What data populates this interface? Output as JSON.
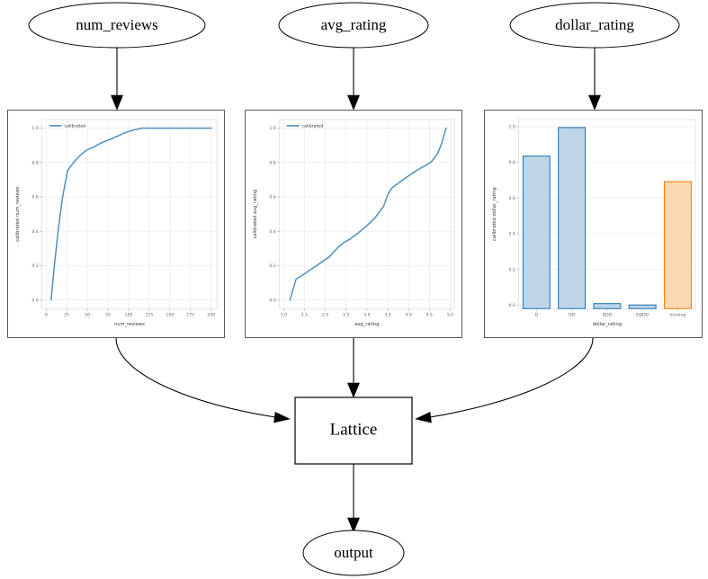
{
  "diagram": {
    "type": "calibration-flow-graph",
    "input_nodes": [
      {
        "id": "num_reviews",
        "label": "num_reviews"
      },
      {
        "id": "avg_rating",
        "label": "avg_rating"
      },
      {
        "id": "dollar_rating",
        "label": "dollar_rating"
      }
    ],
    "process_node": {
      "id": "lattice",
      "label": "Lattice"
    },
    "output_node": {
      "id": "output",
      "label": "output"
    },
    "edges": [
      {
        "from": "num_reviews",
        "to": "calibrator_num_reviews"
      },
      {
        "from": "avg_rating",
        "to": "calibrator_avg_rating"
      },
      {
        "from": "dollar_rating",
        "to": "calibrator_dollar_rating"
      },
      {
        "from": "calibrator_num_reviews",
        "to": "lattice"
      },
      {
        "from": "calibrator_avg_rating",
        "to": "lattice"
      },
      {
        "from": "calibrator_dollar_rating",
        "to": "lattice"
      },
      {
        "from": "lattice",
        "to": "output"
      }
    ]
  },
  "colors": {
    "line_blue": "#4c8fc0",
    "bar_blue_face": "#bed5e8",
    "bar_blue_edge": "#2878b4",
    "bar_orange_face": "#fcd9b0",
    "bar_orange_edge": "#f97e0d",
    "grid": "#eaeaea",
    "panel_border": "#5a5a5a",
    "node_stroke": "#000000"
  },
  "chart_data": [
    {
      "type": "line",
      "title": "",
      "xlabel": "num_reviews",
      "ylabel": "calibrated num_reviews",
      "xlim": [
        -5,
        207
      ],
      "ylim": [
        -0.05,
        1.05
      ],
      "xticks": [
        0,
        25,
        50,
        75,
        100,
        125,
        150,
        175,
        200
      ],
      "xticklabels": [
        "0",
        "25",
        "50",
        "75",
        "100",
        "125",
        "150",
        "175",
        "200"
      ],
      "yticks": [
        0.0,
        0.2,
        0.4,
        0.6,
        0.8,
        1.0
      ],
      "yticklabels": [
        "0.0",
        "0.2",
        "0.4",
        "0.6",
        "0.8",
        "1.0"
      ],
      "grid": true,
      "legend": [
        "calibrated"
      ],
      "legend_position": "upper left",
      "series": [
        {
          "name": "calibrated",
          "color": "#4c8fc0",
          "x": [
            6,
            10,
            15,
            20,
            26,
            30,
            36,
            42,
            50,
            57,
            65,
            74,
            84,
            95,
            105,
            116,
            130,
            150,
            175,
            200
          ],
          "y": [
            0.0,
            0.2,
            0.42,
            0.6,
            0.752,
            0.78,
            0.815,
            0.845,
            0.875,
            0.888,
            0.91,
            0.928,
            0.948,
            0.972,
            0.988,
            1.0,
            1.0,
            1.0,
            1.0,
            1.0
          ]
        }
      ]
    },
    {
      "type": "line",
      "title": "",
      "xlabel": "avg_rating",
      "ylabel": "calibrated avg_rating",
      "xlim": [
        0.9,
        5.1
      ],
      "ylim": [
        -0.05,
        1.05
      ],
      "xticks": [
        1.0,
        1.5,
        2.0,
        2.5,
        3.0,
        3.5,
        4.0,
        4.5,
        5.0
      ],
      "xticklabels": [
        "1.0",
        "1.5",
        "2.0",
        "2.5",
        "3.0",
        "3.5",
        "4.0",
        "4.5",
        "5.0"
      ],
      "yticks": [
        0.0,
        0.2,
        0.4,
        0.6,
        0.8,
        1.0
      ],
      "yticklabels": [
        "0.0",
        "0.2",
        "0.4",
        "0.6",
        "0.8",
        "1.0"
      ],
      "grid": true,
      "legend": [
        "calibrated"
      ],
      "legend_position": "upper left",
      "series": [
        {
          "name": "calibrated",
          "color": "#4c8fc0",
          "x": [
            1.15,
            1.3,
            1.5,
            1.7,
            1.9,
            2.1,
            2.3,
            2.45,
            2.6,
            2.8,
            3.0,
            3.2,
            3.4,
            3.5,
            3.6,
            3.8,
            4.0,
            4.2,
            4.4,
            4.55,
            4.7,
            4.8,
            4.9
          ],
          "y": [
            0.0,
            0.122,
            0.152,
            0.185,
            0.218,
            0.252,
            0.305,
            0.335,
            0.355,
            0.392,
            0.432,
            0.48,
            0.545,
            0.612,
            0.652,
            0.688,
            0.722,
            0.755,
            0.782,
            0.805,
            0.852,
            0.915,
            1.0
          ]
        }
      ]
    },
    {
      "type": "bar",
      "title": "",
      "xlabel": "dollar_rating",
      "ylabel": "calibrated dollar_rating",
      "ylim": [
        -0.02,
        1.04
      ],
      "yticks": [
        0.0,
        0.2,
        0.4,
        0.6,
        0.8,
        1.0
      ],
      "yticklabels": [
        "0.0",
        "0.2",
        "0.4",
        "0.6",
        "0.8",
        "1.0"
      ],
      "grid": true,
      "categories": [
        "D",
        "DD",
        "DDD",
        "DDDD",
        "missing"
      ],
      "values": [
        0.835,
        0.995,
        0.008,
        0.0,
        0.692
      ],
      "bar_colors": [
        "blue",
        "blue",
        "blue",
        "blue",
        "orange"
      ]
    }
  ]
}
